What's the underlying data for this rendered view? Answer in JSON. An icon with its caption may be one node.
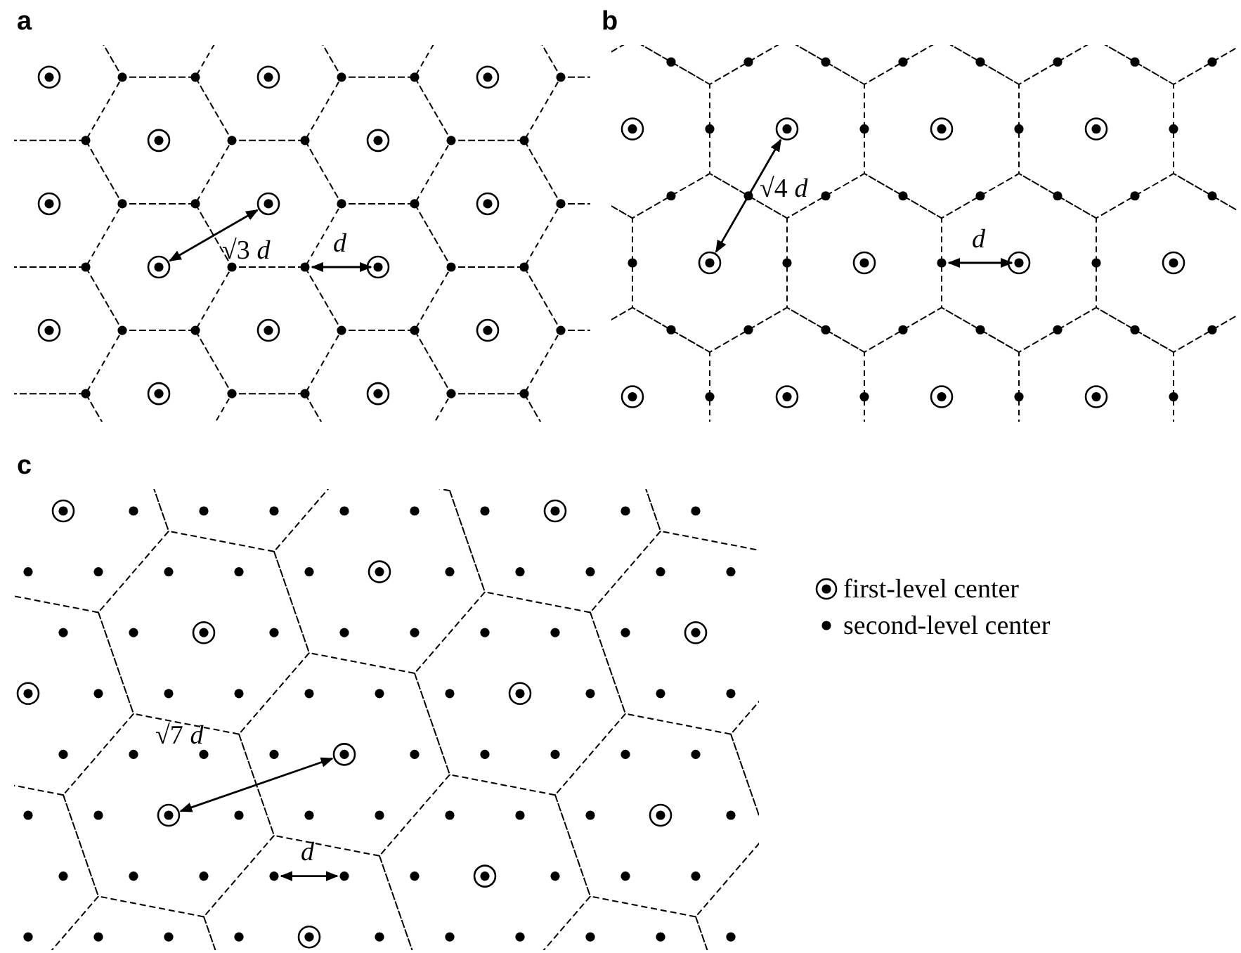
{
  "diagram": {
    "labels": [
      "a",
      "√3 *d*",
      "*d*",
      "b",
      "√4 *d*",
      "*d*",
      "c",
      "√7 *d*",
      "*d*"
    ],
    "legend": [
      {
        "text": "first-level center"
      },
      {
        "text": "second-level center"
      }
    ]
  }
}
